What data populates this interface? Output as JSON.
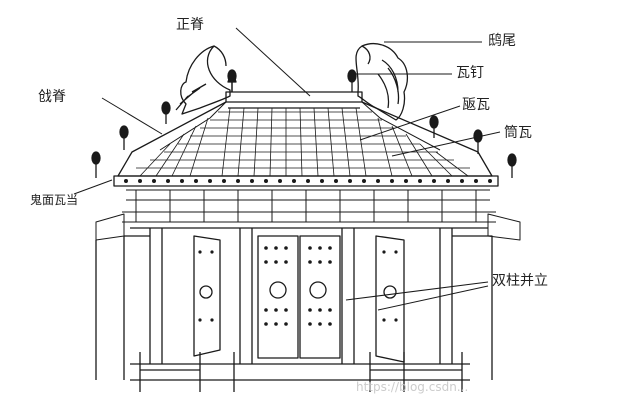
{
  "labels": {
    "zhengji": "正脊",
    "chiwei": "鸱尾",
    "qiangji": "戗脊",
    "wading": "瓦钉",
    "banwa": "瓪瓦",
    "tongwa": "筒瓦",
    "guimianwadang": "鬼面瓦当",
    "shuangzhubingli": "双柱并立"
  },
  "watermark": "https://blog.csdn..."
}
